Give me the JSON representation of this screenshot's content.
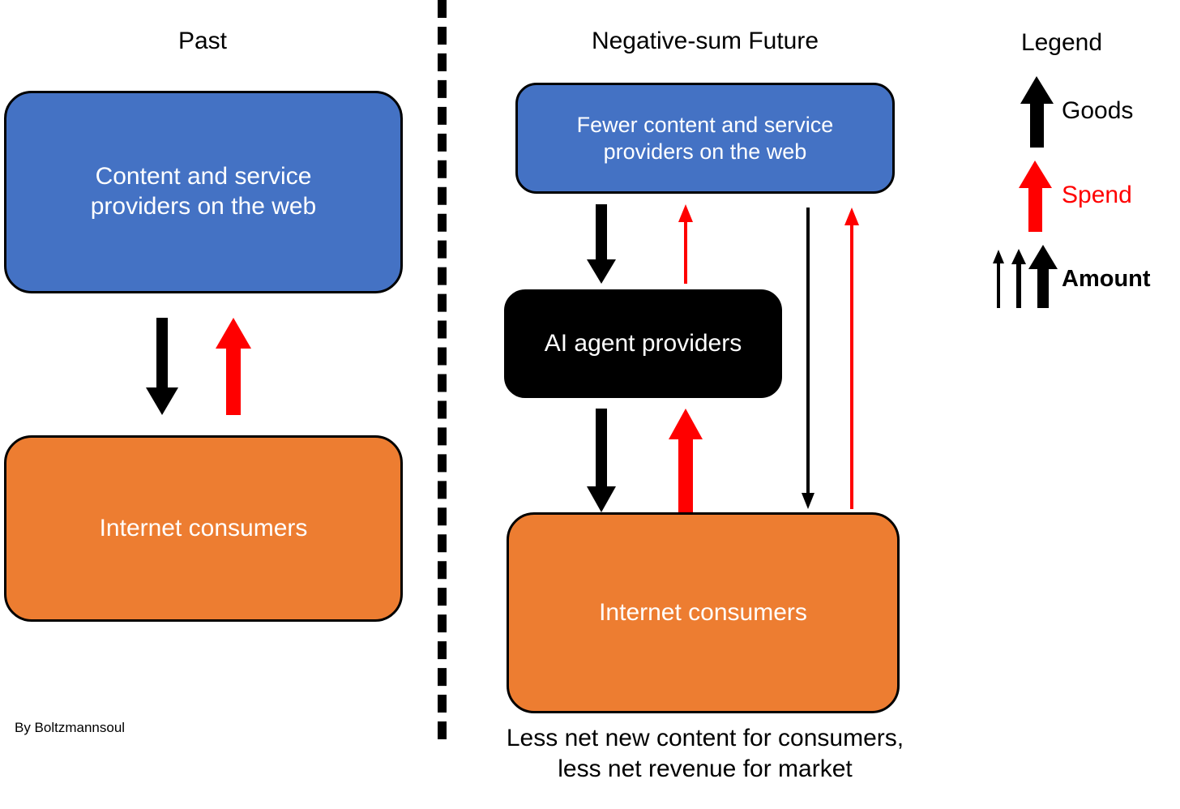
{
  "diagram": {
    "title_left": "Past",
    "title_right": "Negative-sum Future",
    "credit": "By Boltzmannsoul",
    "caption_line1": "Less net new content for consumers,",
    "caption_line2": "less net revenue for market",
    "colors": {
      "blue": "#4472C4",
      "orange": "#ED7D31",
      "black": "#000000",
      "red": "#FF0000",
      "white": "#FFFFFF",
      "background": "#FFFFFF"
    }
  },
  "past_panel": {
    "nodes": [
      {
        "id": "providers",
        "label_line1": "Content and service",
        "label_line2": "providers on the web",
        "color": "#4472C4"
      },
      {
        "id": "consumers",
        "label_line1": "Internet consumers",
        "label_line2": "",
        "color": "#ED7D31"
      }
    ],
    "flows": [
      {
        "id": "goods-down",
        "kind": "goods",
        "color": "#000000",
        "direction": "down",
        "weight": "thick",
        "from": "providers",
        "to": "consumers"
      },
      {
        "id": "spend-up",
        "kind": "spend",
        "color": "#FF0000",
        "direction": "up",
        "weight": "thick",
        "from": "consumers",
        "to": "providers"
      }
    ]
  },
  "future_panel": {
    "nodes": [
      {
        "id": "fewer-providers",
        "label_line1": "Fewer content and service",
        "label_line2": "providers on the web",
        "color": "#4472C4"
      },
      {
        "id": "ai-agents",
        "label_line1": "AI agent providers",
        "label_line2": "",
        "color": "#000000"
      },
      {
        "id": "consumers",
        "label_line1": "Internet consumers",
        "label_line2": "",
        "color": "#ED7D31"
      }
    ],
    "flows": [
      {
        "id": "goods-providers-to-ai",
        "kind": "goods",
        "color": "#000000",
        "direction": "down",
        "weight": "thick",
        "from": "fewer-providers",
        "to": "ai-agents"
      },
      {
        "id": "spend-ai-to-providers",
        "kind": "spend",
        "color": "#FF0000",
        "direction": "up",
        "weight": "thin",
        "from": "ai-agents",
        "to": "fewer-providers"
      },
      {
        "id": "goods-ai-to-consumers",
        "kind": "goods",
        "color": "#000000",
        "direction": "down",
        "weight": "thick",
        "from": "ai-agents",
        "to": "consumers"
      },
      {
        "id": "spend-consumers-to-ai",
        "kind": "spend",
        "color": "#FF0000",
        "direction": "up",
        "weight": "thick",
        "from": "consumers",
        "to": "ai-agents"
      },
      {
        "id": "goods-providers-to-consumers",
        "kind": "goods",
        "color": "#000000",
        "direction": "down",
        "weight": "thin",
        "from": "fewer-providers",
        "to": "consumers"
      },
      {
        "id": "spend-consumers-to-providers",
        "kind": "spend",
        "color": "#FF0000",
        "direction": "up",
        "weight": "thin",
        "from": "consumers",
        "to": "fewer-providers"
      }
    ]
  },
  "legend": {
    "title": "Legend",
    "items": [
      {
        "id": "goods",
        "label": "Goods",
        "color": "#000000",
        "label_color": "#000000",
        "style": "thick-arrow"
      },
      {
        "id": "spend",
        "label": "Spend",
        "color": "#FF0000",
        "label_color": "#FF0000",
        "style": "thick-arrow"
      },
      {
        "id": "amount",
        "label": "Amount",
        "color": "#000000",
        "label_color": "#000000",
        "style": "three-arrows-increasing-thickness"
      }
    ]
  }
}
